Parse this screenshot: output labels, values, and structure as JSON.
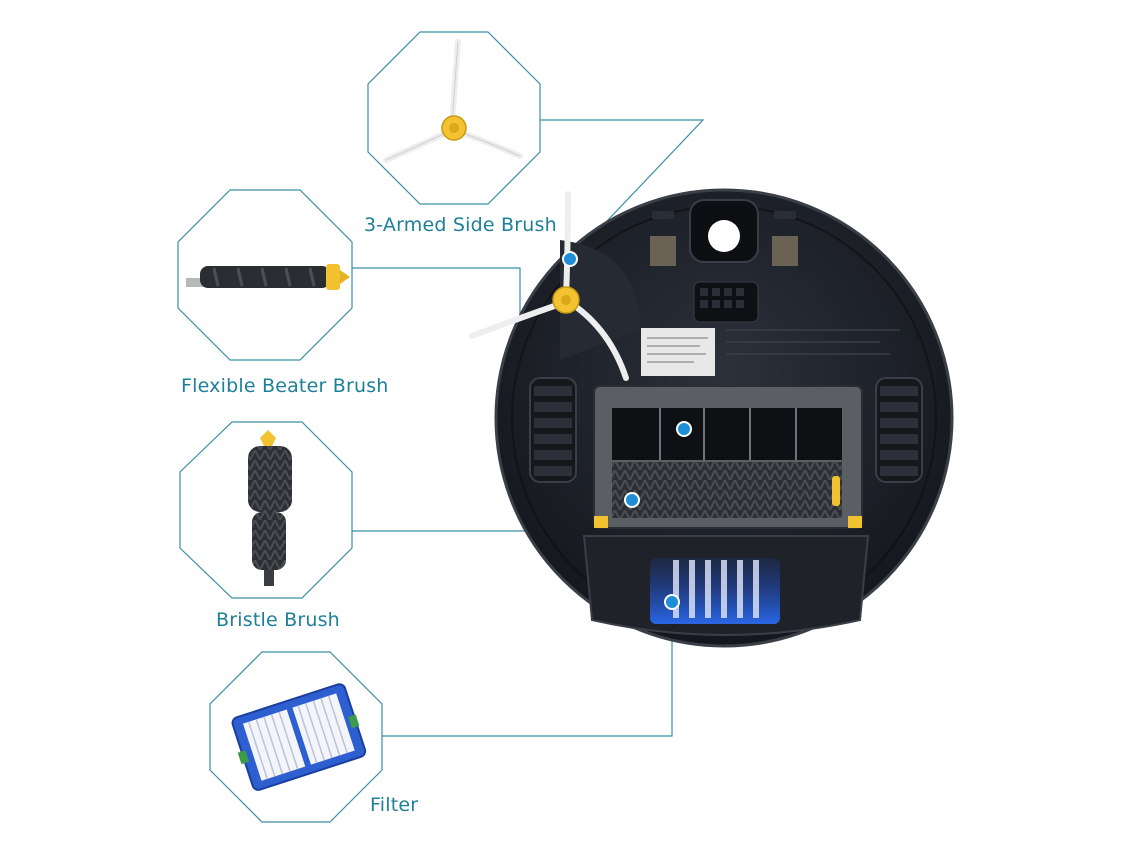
{
  "parts": [
    {
      "id": "side_brush",
      "label": "3-Armed Side Brush"
    },
    {
      "id": "beater_brush",
      "label": "Flexible Beater Brush"
    },
    {
      "id": "bristle_brush",
      "label": "Bristle Brush"
    },
    {
      "id": "filter",
      "label": "Filter"
    }
  ],
  "colors": {
    "line": "#3a8fa8",
    "label": "#1e7f9a",
    "marker": "#1e8fd6",
    "robot_body": "#1b1e26",
    "yellow": "#f2c230",
    "filter_blue": "#2d5fd1"
  }
}
